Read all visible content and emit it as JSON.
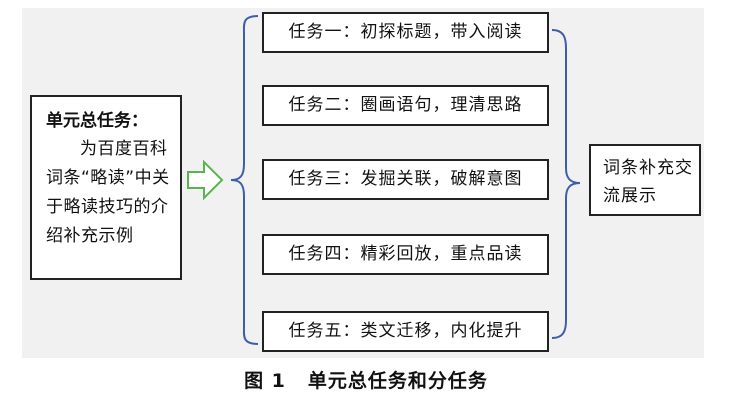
{
  "main_task": {
    "title": "单元总任务：",
    "description": "为百度百科词条“略读”中关于略读技巧的介绍补充示例"
  },
  "tasks": [
    {
      "label": "任务一：初探标题，带入阅读"
    },
    {
      "label": "任务二：圈画语句，理清思路"
    },
    {
      "label": "任务三：发掘关联，破解意图"
    },
    {
      "label": "任务四：精彩回放，重点品读"
    },
    {
      "label": "任务五：类文迁移，内化提升"
    }
  ],
  "result": {
    "label": "词条补充交流展示"
  },
  "caption": {
    "number": "图 1",
    "title": "单元总任务和分任务"
  },
  "colors": {
    "brace": "#3b5fa8",
    "arrow": "#59b44d",
    "box_border": "#222222",
    "background": "#f1f1f1"
  }
}
